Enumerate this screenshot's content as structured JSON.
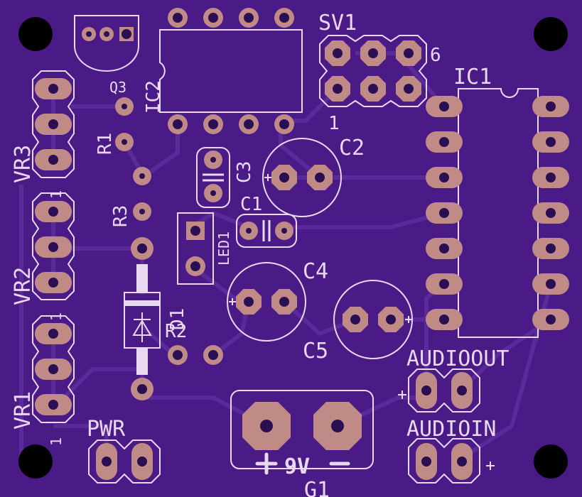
{
  "colors": {
    "board": "#4a1a86",
    "trace": "#5a2a9a",
    "pad": "#c08a86",
    "hole": "#2a0f52",
    "silk": "#e8d8f0"
  },
  "components": {
    "sv1": {
      "name": "SV1",
      "pin_first": "1",
      "pin_last": "6"
    },
    "ic1": {
      "name": "IC1"
    },
    "ic2": {
      "name": "IC2"
    },
    "q3": {
      "name": "Q3"
    },
    "r1": {
      "name": "R1"
    },
    "r2": {
      "name": "R2"
    },
    "r3": {
      "name": "R3"
    },
    "c1": {
      "name": "C1"
    },
    "c2": {
      "name": "C2"
    },
    "c3": {
      "name": "C3"
    },
    "c4": {
      "name": "C4"
    },
    "c5": {
      "name": "C5"
    },
    "led1": {
      "name": "LED1"
    },
    "d1": {
      "name": "D1"
    },
    "vr1": {
      "name": "VR1",
      "pin1": "1"
    },
    "vr2": {
      "name": "VR2",
      "pin1": "1"
    },
    "vr3": {
      "name": "VR3",
      "pin1": "1"
    },
    "pwr": {
      "name": "PWR"
    },
    "g1": {
      "name": "G1",
      "voltage": "9V",
      "plus": "+",
      "minus": "−"
    },
    "audioout": {
      "name": "AUDIOOUT"
    },
    "audioin": {
      "name": "AUDIOIN"
    }
  }
}
